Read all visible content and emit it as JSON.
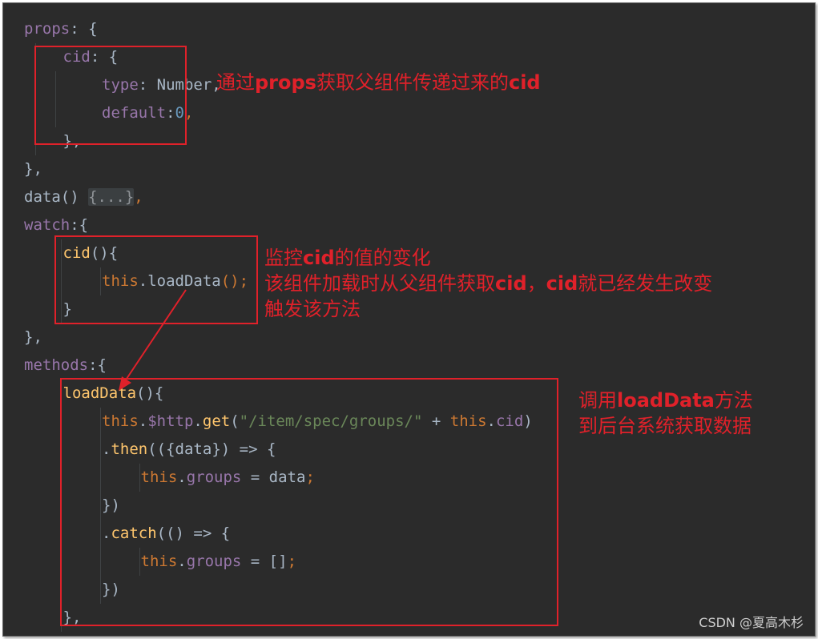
{
  "code_lines": [
    [
      [
        "props",
        "key"
      ],
      [
        ": {",
        "plain"
      ]
    ],
    [
      [
        "cid",
        "key"
      ],
      [
        ": {",
        "plain"
      ]
    ],
    [
      [
        "type",
        "key"
      ],
      [
        ": Number,",
        "plain"
      ]
    ],
    [
      [
        "default",
        "key"
      ],
      [
        ":",
        "plain"
      ],
      [
        "0",
        "num"
      ],
      [
        ",",
        "kw"
      ]
    ],
    [
      [
        "},",
        "plain"
      ]
    ],
    [
      [
        "},",
        "plain"
      ]
    ],
    [
      [
        "data",
        "plain"
      ],
      [
        "() ",
        "plain"
      ],
      [
        "{...}",
        "folded"
      ],
      [
        ",",
        "kw"
      ]
    ],
    [
      [
        "watch",
        "key"
      ],
      [
        ":{",
        "plain"
      ]
    ],
    [
      [
        "cid",
        "method"
      ],
      [
        "(){",
        "plain"
      ]
    ],
    [
      [
        "this",
        "kw"
      ],
      [
        ".",
        "plain"
      ],
      [
        "loadData",
        "plain"
      ],
      [
        "();",
        "kw"
      ]
    ],
    [
      [
        "}",
        "plain"
      ]
    ],
    [
      [
        "},",
        "plain"
      ]
    ],
    [
      [
        "methods",
        "key"
      ],
      [
        ":{",
        "plain"
      ]
    ],
    [
      [
        "loadData",
        "method"
      ],
      [
        "(){",
        "plain"
      ]
    ],
    [
      [
        "this",
        "kw"
      ],
      [
        ".",
        "plain"
      ],
      [
        "$http",
        "key"
      ],
      [
        ".",
        "plain"
      ],
      [
        "get",
        "method"
      ],
      [
        "(",
        "plain"
      ],
      [
        "\"/item/spec/groups/\"",
        "str"
      ],
      [
        " + ",
        "plain"
      ],
      [
        "this",
        "kw"
      ],
      [
        ".",
        "plain"
      ],
      [
        "cid",
        "key"
      ],
      [
        ")",
        "plain"
      ]
    ],
    [
      [
        ".",
        "plain"
      ],
      [
        "then",
        "method"
      ],
      [
        "(({",
        "plain"
      ],
      [
        "data",
        "plain"
      ],
      [
        "}) => {",
        "plain"
      ]
    ],
    [
      [
        "this",
        "kw"
      ],
      [
        ".",
        "plain"
      ],
      [
        "groups",
        "key"
      ],
      [
        " = data",
        "plain"
      ],
      [
        ";",
        "kw"
      ]
    ],
    [
      [
        "})",
        "plain"
      ]
    ],
    [
      [
        ".",
        "plain"
      ],
      [
        "catch",
        "method"
      ],
      [
        "(() => {",
        "plain"
      ]
    ],
    [
      [
        "this",
        "kw"
      ],
      [
        ".",
        "plain"
      ],
      [
        "groups",
        "key"
      ],
      [
        " = []",
        "plain"
      ],
      [
        ";",
        "kw"
      ]
    ],
    [
      [
        "})",
        "plain"
      ]
    ],
    [
      [
        "},",
        "plain"
      ]
    ]
  ],
  "annotations": [
    [
      [
        [
          "通过",
          false
        ],
        [
          "props",
          true
        ],
        [
          "获取父组件传递过来的",
          false
        ],
        [
          "cid",
          true
        ]
      ]
    ],
    [
      [
        [
          "监控",
          false
        ],
        [
          "cid",
          true
        ],
        [
          "的值的变化",
          false
        ]
      ],
      [
        [
          "该组件加载时从父组件获取",
          false
        ],
        [
          "cid",
          true
        ],
        [
          "，",
          false
        ],
        [
          "cid",
          true
        ],
        [
          "就已经发生改变",
          false
        ]
      ],
      [
        [
          "触发该方法",
          false
        ]
      ]
    ],
    [
      [
        [
          "调用",
          false
        ],
        [
          "loadData",
          true
        ],
        [
          "方法",
          false
        ]
      ],
      [
        [
          "到后台系统获取数据",
          false
        ]
      ]
    ]
  ],
  "watermark": "CSDN @夏高木杉",
  "colors": {
    "editor_bg": "#2b2b2b",
    "annotation_red": "#e0212a",
    "keyword": "#cc7832",
    "property": "#9876aa",
    "method": "#ffc66d",
    "string": "#6a8759",
    "number": "#6897bb",
    "plain": "#a9b7c6"
  }
}
